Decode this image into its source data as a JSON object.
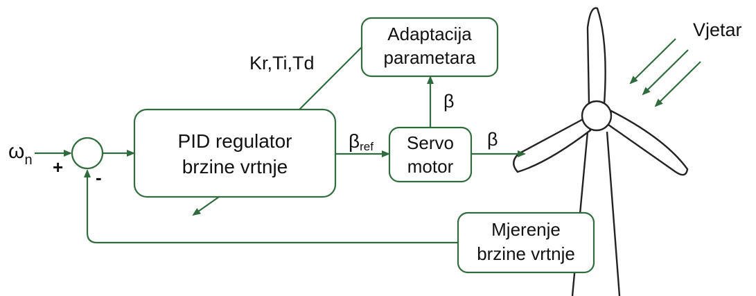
{
  "diagram": {
    "input": {
      "symbol": "ω",
      "subscript": "n"
    },
    "summing_junction": {
      "plus": "+",
      "minus": "-"
    },
    "pid_block": {
      "line1": "PID regulator",
      "line2": "brzine vrtnje"
    },
    "adaptation_block": {
      "line1": "Adaptacija",
      "line2": "parametara"
    },
    "servo_block": {
      "line1": "Servo",
      "line2": "motor"
    },
    "measurement_block": {
      "line1": "Mjerenje",
      "line2": "brzine vrtnje"
    },
    "signals": {
      "pid_params": "Kr,Ti,Td",
      "beta_ref_symbol": "β",
      "beta_ref_subscript": "ref",
      "beta_feedback": "β",
      "beta_output": "β"
    },
    "wind_label": "Vjetar",
    "colors": {
      "line": "#2f6b3d",
      "turbine": "#222222",
      "text": "#111111"
    }
  }
}
